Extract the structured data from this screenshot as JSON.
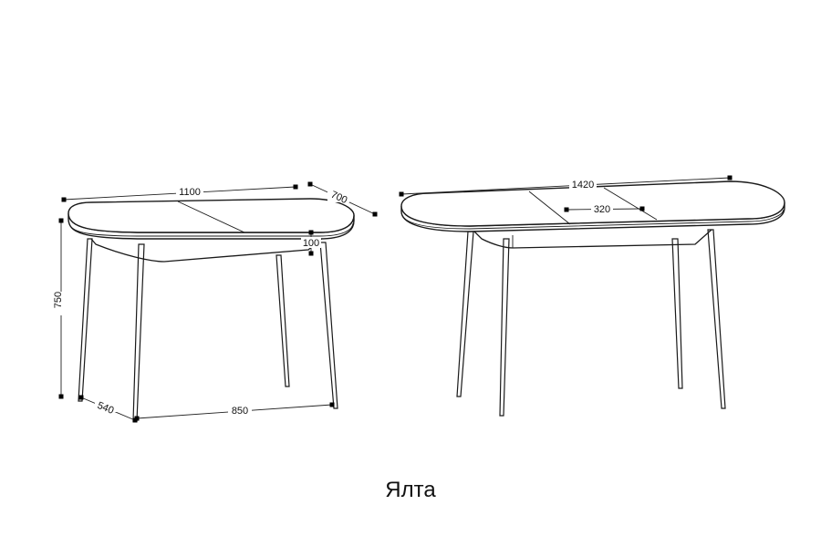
{
  "caption": "Ялта",
  "dimensions": {
    "left_length": "1100",
    "left_width": "700",
    "left_apron": "100",
    "left_height": "750",
    "left_leg_depth": "540",
    "left_leg_span": "850",
    "right_length": "1420",
    "right_insert": "320"
  }
}
